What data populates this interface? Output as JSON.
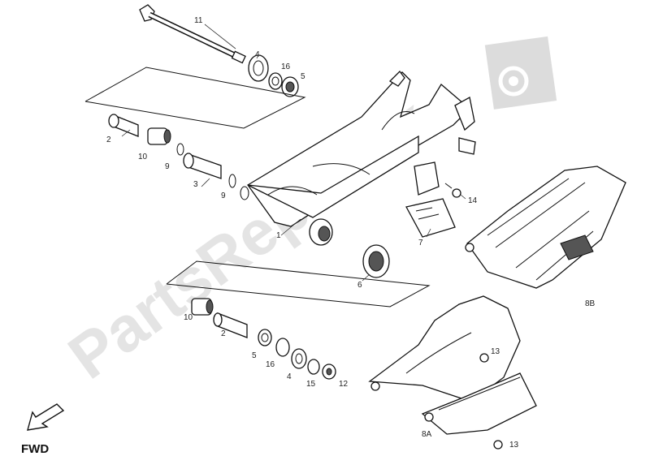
{
  "watermark": {
    "text": "PartsRepublik",
    "color": "#d4d4d4"
  },
  "direction": {
    "label": "FWD"
  },
  "callouts": {
    "c11": "11",
    "c4a": "4",
    "c16a": "16",
    "c5a": "5",
    "c2a": "2",
    "c10a": "10",
    "c9a": "9",
    "c3": "3",
    "c9b": "9",
    "c1": "1",
    "c7": "7",
    "c14": "14",
    "c6": "6",
    "c8b": "8B",
    "c10b": "10",
    "c2b": "2",
    "c5b": "5",
    "c16b": "16",
    "c4b": "4",
    "c15": "15",
    "c12": "12",
    "c13a": "13",
    "c13b": "13",
    "c8a": "8A"
  }
}
